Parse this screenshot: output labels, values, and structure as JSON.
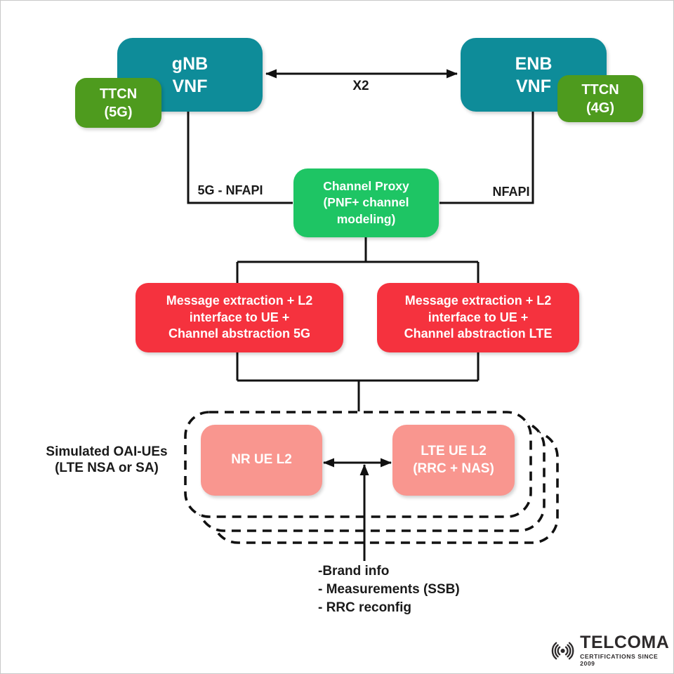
{
  "colors": {
    "teal": "#0E8C99",
    "apple_green": "#4E9B1E",
    "emerald": "#1EC564",
    "red": "#F5323E",
    "pink": "#F9968F",
    "line": "#111111",
    "text": "#1A1A1A",
    "logo": "#2D2A2B"
  },
  "nodes": {
    "gnb_vnf": {
      "lines": [
        "gNB",
        "VNF"
      ]
    },
    "ttcn_5g": {
      "lines": [
        "TTCN",
        "(5G)"
      ]
    },
    "enb_vnf": {
      "lines": [
        "ENB",
        "VNF"
      ]
    },
    "ttcn_4g": {
      "lines": [
        "TTCN",
        "(4G)"
      ]
    },
    "channel_proxy": {
      "lines": [
        "Channel Proxy",
        "(PNF+ channel",
        "modeling)"
      ]
    },
    "msg_extract_5g": {
      "lines": [
        "Message extraction + L2",
        "interface to UE +",
        "Channel abstraction 5G"
      ]
    },
    "msg_extract_lte": {
      "lines": [
        "Message extraction + L2",
        "interface to UE +",
        "Channel abstraction LTE"
      ]
    },
    "nr_ue_l2": {
      "lines": [
        "NR UE L2"
      ]
    },
    "lte_ue_l2": {
      "lines": [
        "LTE UE L2",
        "(RRC + NAS)"
      ]
    }
  },
  "edge_labels": {
    "x2": "X2",
    "nfapi_5g": "5G - NFAPI",
    "nfapi": "NFAPI"
  },
  "annotations": {
    "simulated_ues": {
      "lines": [
        "Simulated OAI-UEs",
        "(LTE NSA or SA)"
      ]
    },
    "ue_notes": [
      "-Brand info",
      "- Measurements (SSB)",
      "- RRC reconfig"
    ]
  },
  "logo": {
    "brand": "TELCOMA",
    "tagline": "CERTIFICATIONS SINCE 2009"
  }
}
